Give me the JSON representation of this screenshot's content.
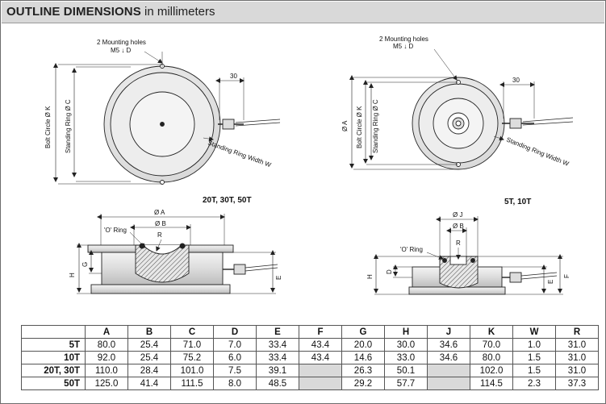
{
  "title": {
    "bold": "OUTLINE DIMENSIONS",
    "normal": "in millimeters"
  },
  "labels": {
    "mounting_holes": "2 Mounting holes",
    "mounting_holes_spec": "M5 ↓ D",
    "dim_30": "30",
    "bolt_circle_k": "Bolt Circle Ø K",
    "standing_ring_c": "Standing Ring Ø C",
    "standing_ring_width": "Standing Ring Width W",
    "dia_a_vertical": "Ø A",
    "model_large": "20T, 30T, 50T",
    "model_small": "5T, 10T",
    "dia_a": "Ø A",
    "dia_b": "Ø B",
    "dia_j": "Ø J",
    "o_ring": "'O' Ring",
    "r": "R",
    "g": "G",
    "h": "H",
    "e": "E",
    "d": "D",
    "f": "F"
  },
  "table": {
    "headers": [
      "A",
      "B",
      "C",
      "D",
      "E",
      "F",
      "G",
      "H",
      "J",
      "K",
      "W",
      "R"
    ],
    "rows": [
      {
        "label": "5T",
        "cells": [
          "80.0",
          "25.4",
          "71.0",
          "7.0",
          "33.4",
          "43.4",
          "20.0",
          "30.0",
          "34.6",
          "70.0",
          "1.0",
          "31.0"
        ]
      },
      {
        "label": "10T",
        "cells": [
          "92.0",
          "25.4",
          "75.2",
          "6.0",
          "33.4",
          "43.4",
          "14.6",
          "33.0",
          "34.6",
          "80.0",
          "1.5",
          "31.0"
        ]
      },
      {
        "label": "20T, 30T",
        "cells": [
          "110.0",
          "28.4",
          "101.0",
          "7.5",
          "39.1",
          "",
          "26.3",
          "50.1",
          "",
          "102.0",
          "1.5",
          "31.0"
        ]
      },
      {
        "label": "50T",
        "cells": [
          "125.0",
          "41.4",
          "111.5",
          "8.0",
          "48.5",
          "",
          "29.2",
          "57.7",
          "",
          "114.5",
          "2.3",
          "37.3"
        ]
      }
    ]
  },
  "colors": {
    "title_bar": "#d9d9d9",
    "na_cell": "#d9d9d9",
    "line": "#222222"
  }
}
